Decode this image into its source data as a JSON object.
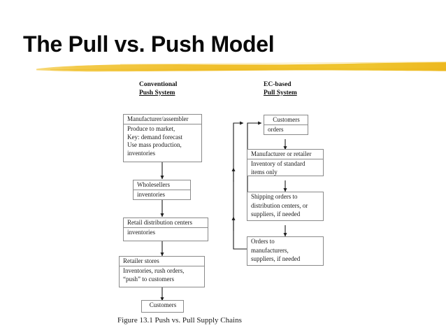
{
  "slide": {
    "title": "The Pull vs. Push Model",
    "accent_color": "#f2c230",
    "title_color": "#0a0a0a",
    "background_color": "#ffffff"
  },
  "diagram": {
    "caption": "Figure 13.1 Push vs. Pull Supply Chains",
    "line_color": "#8a8a8a",
    "arrow_color": "#1a1a1a",
    "columns": [
      {
        "id": "push",
        "line1": "Conventional",
        "line2": "Push System"
      },
      {
        "id": "pull",
        "line1": "EC-based",
        "line2": "Pull System"
      }
    ],
    "push_nodes": [
      {
        "id": "manufacturer-assembler",
        "header": "Manufacturer/assembler",
        "body": "Produce to market,\nKey: demand forecast\nUse mass production,\ninventories"
      },
      {
        "id": "wholesellers",
        "header": "Wholesellers",
        "body": "inventories"
      },
      {
        "id": "retail-distribution-centers",
        "header": "Retail distribution centers",
        "body": "inventories"
      },
      {
        "id": "retailer-stores",
        "header": "Retailer stores",
        "body": "Inventories, rush orders,\n“push” to customers"
      },
      {
        "id": "customers",
        "header": "Customers",
        "body": ""
      }
    ],
    "pull_nodes": [
      {
        "id": "customers-orders",
        "header": "Customers",
        "body": "orders"
      },
      {
        "id": "manufacturer-or-retailer",
        "header": "Manufacturer or retailer",
        "body": "Inventory of standard\nitems only"
      },
      {
        "id": "shipping-orders",
        "header": "Shipping orders to",
        "body": "distribution centers, or\nsuppliers, if needed"
      },
      {
        "id": "orders-to-manufacturers",
        "header": "Orders to",
        "body": "manufacturers,\nsuppliers, if needed"
      }
    ]
  }
}
